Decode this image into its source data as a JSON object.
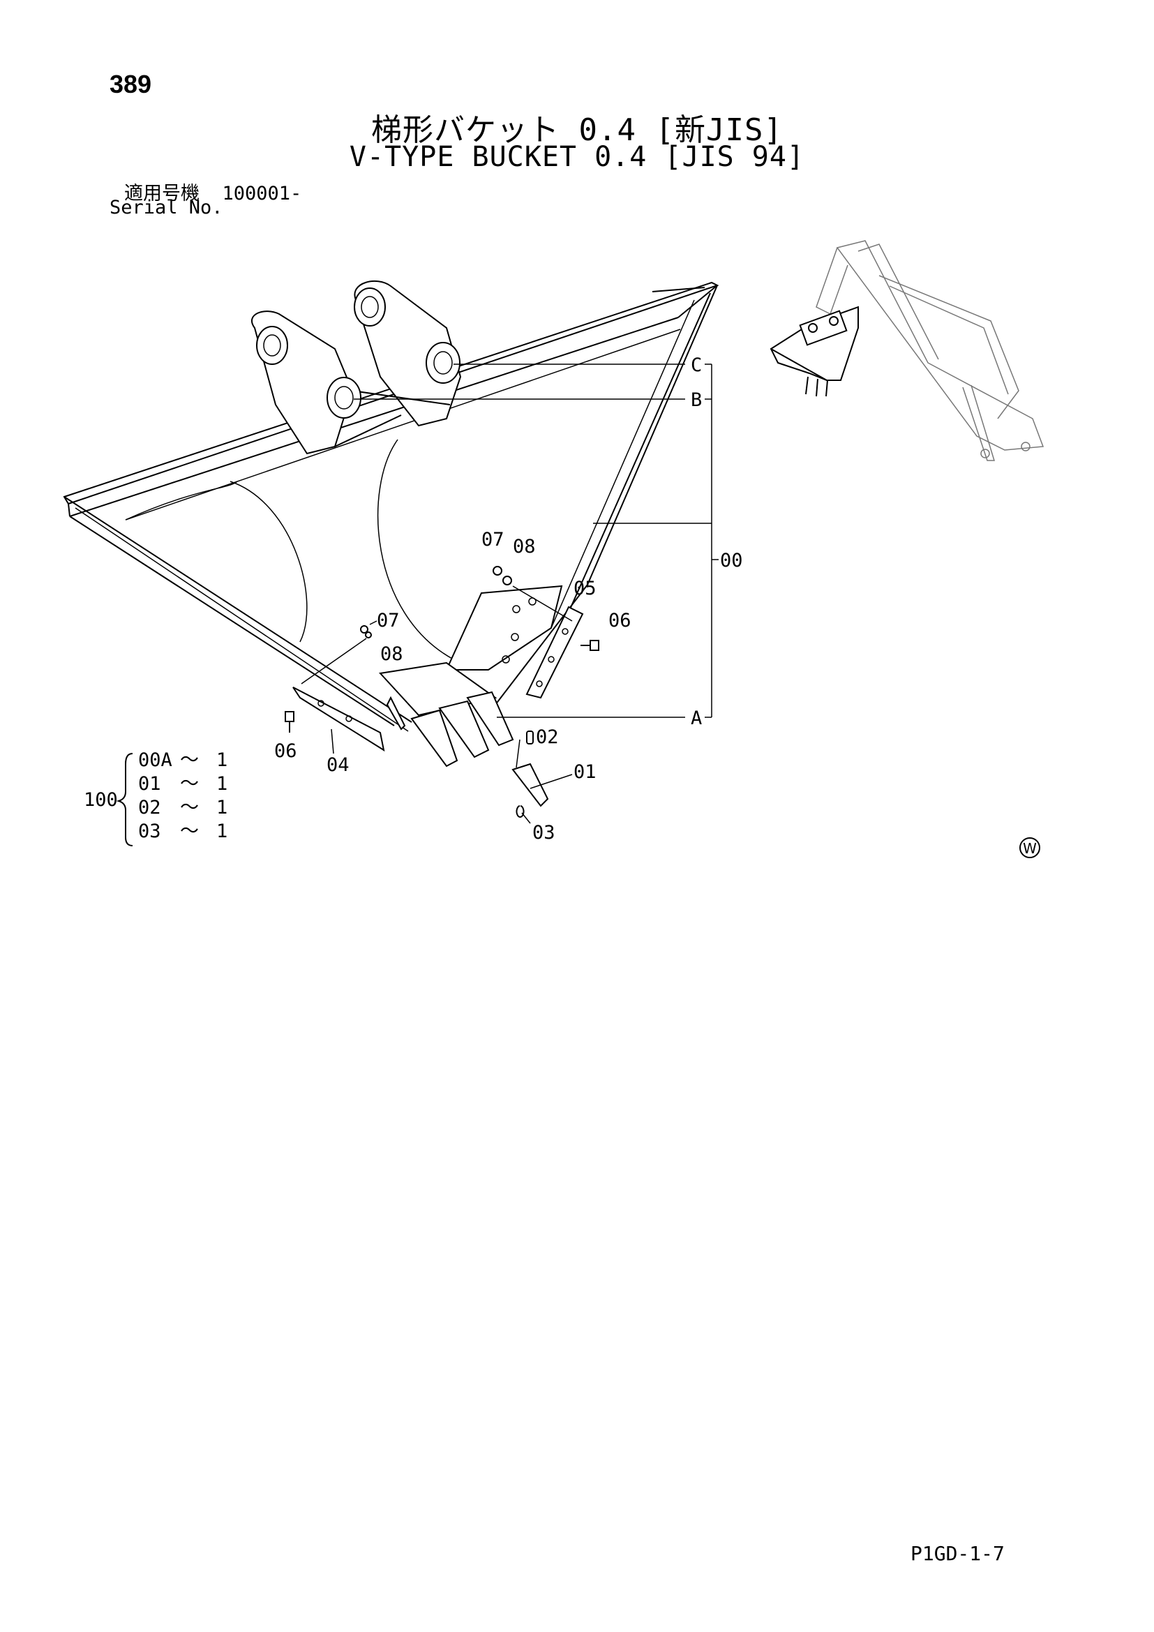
{
  "page_number": "389",
  "title": {
    "jp": "梯形バケット 0.4 [新JIS]",
    "en": "V-TYPE BUCKET 0.4 [JIS 94]"
  },
  "serial": {
    "label_jp": "適用号機",
    "value": "100001-",
    "label_en": "Serial No."
  },
  "callouts": {
    "C": "C",
    "B": "B",
    "A": "A",
    "group": "00",
    "p07a": "07",
    "p08a": "08",
    "p05": "05",
    "p06a": "06",
    "p07b": "07",
    "p08b": "08",
    "p06b": "06",
    "p04": "04",
    "p02": "02",
    "p01": "01",
    "p03": "03"
  },
  "assembly": {
    "id": "100",
    "rows": [
      {
        "part": "00A",
        "sep": "〜",
        "qty": "1"
      },
      {
        "part": "01",
        "sep": "〜",
        "qty": "1"
      },
      {
        "part": "02",
        "sep": "〜",
        "qty": "1"
      },
      {
        "part": "03",
        "sep": "〜",
        "qty": "1"
      }
    ]
  },
  "watermark": "W",
  "footer_code": "P1GD-1-7"
}
